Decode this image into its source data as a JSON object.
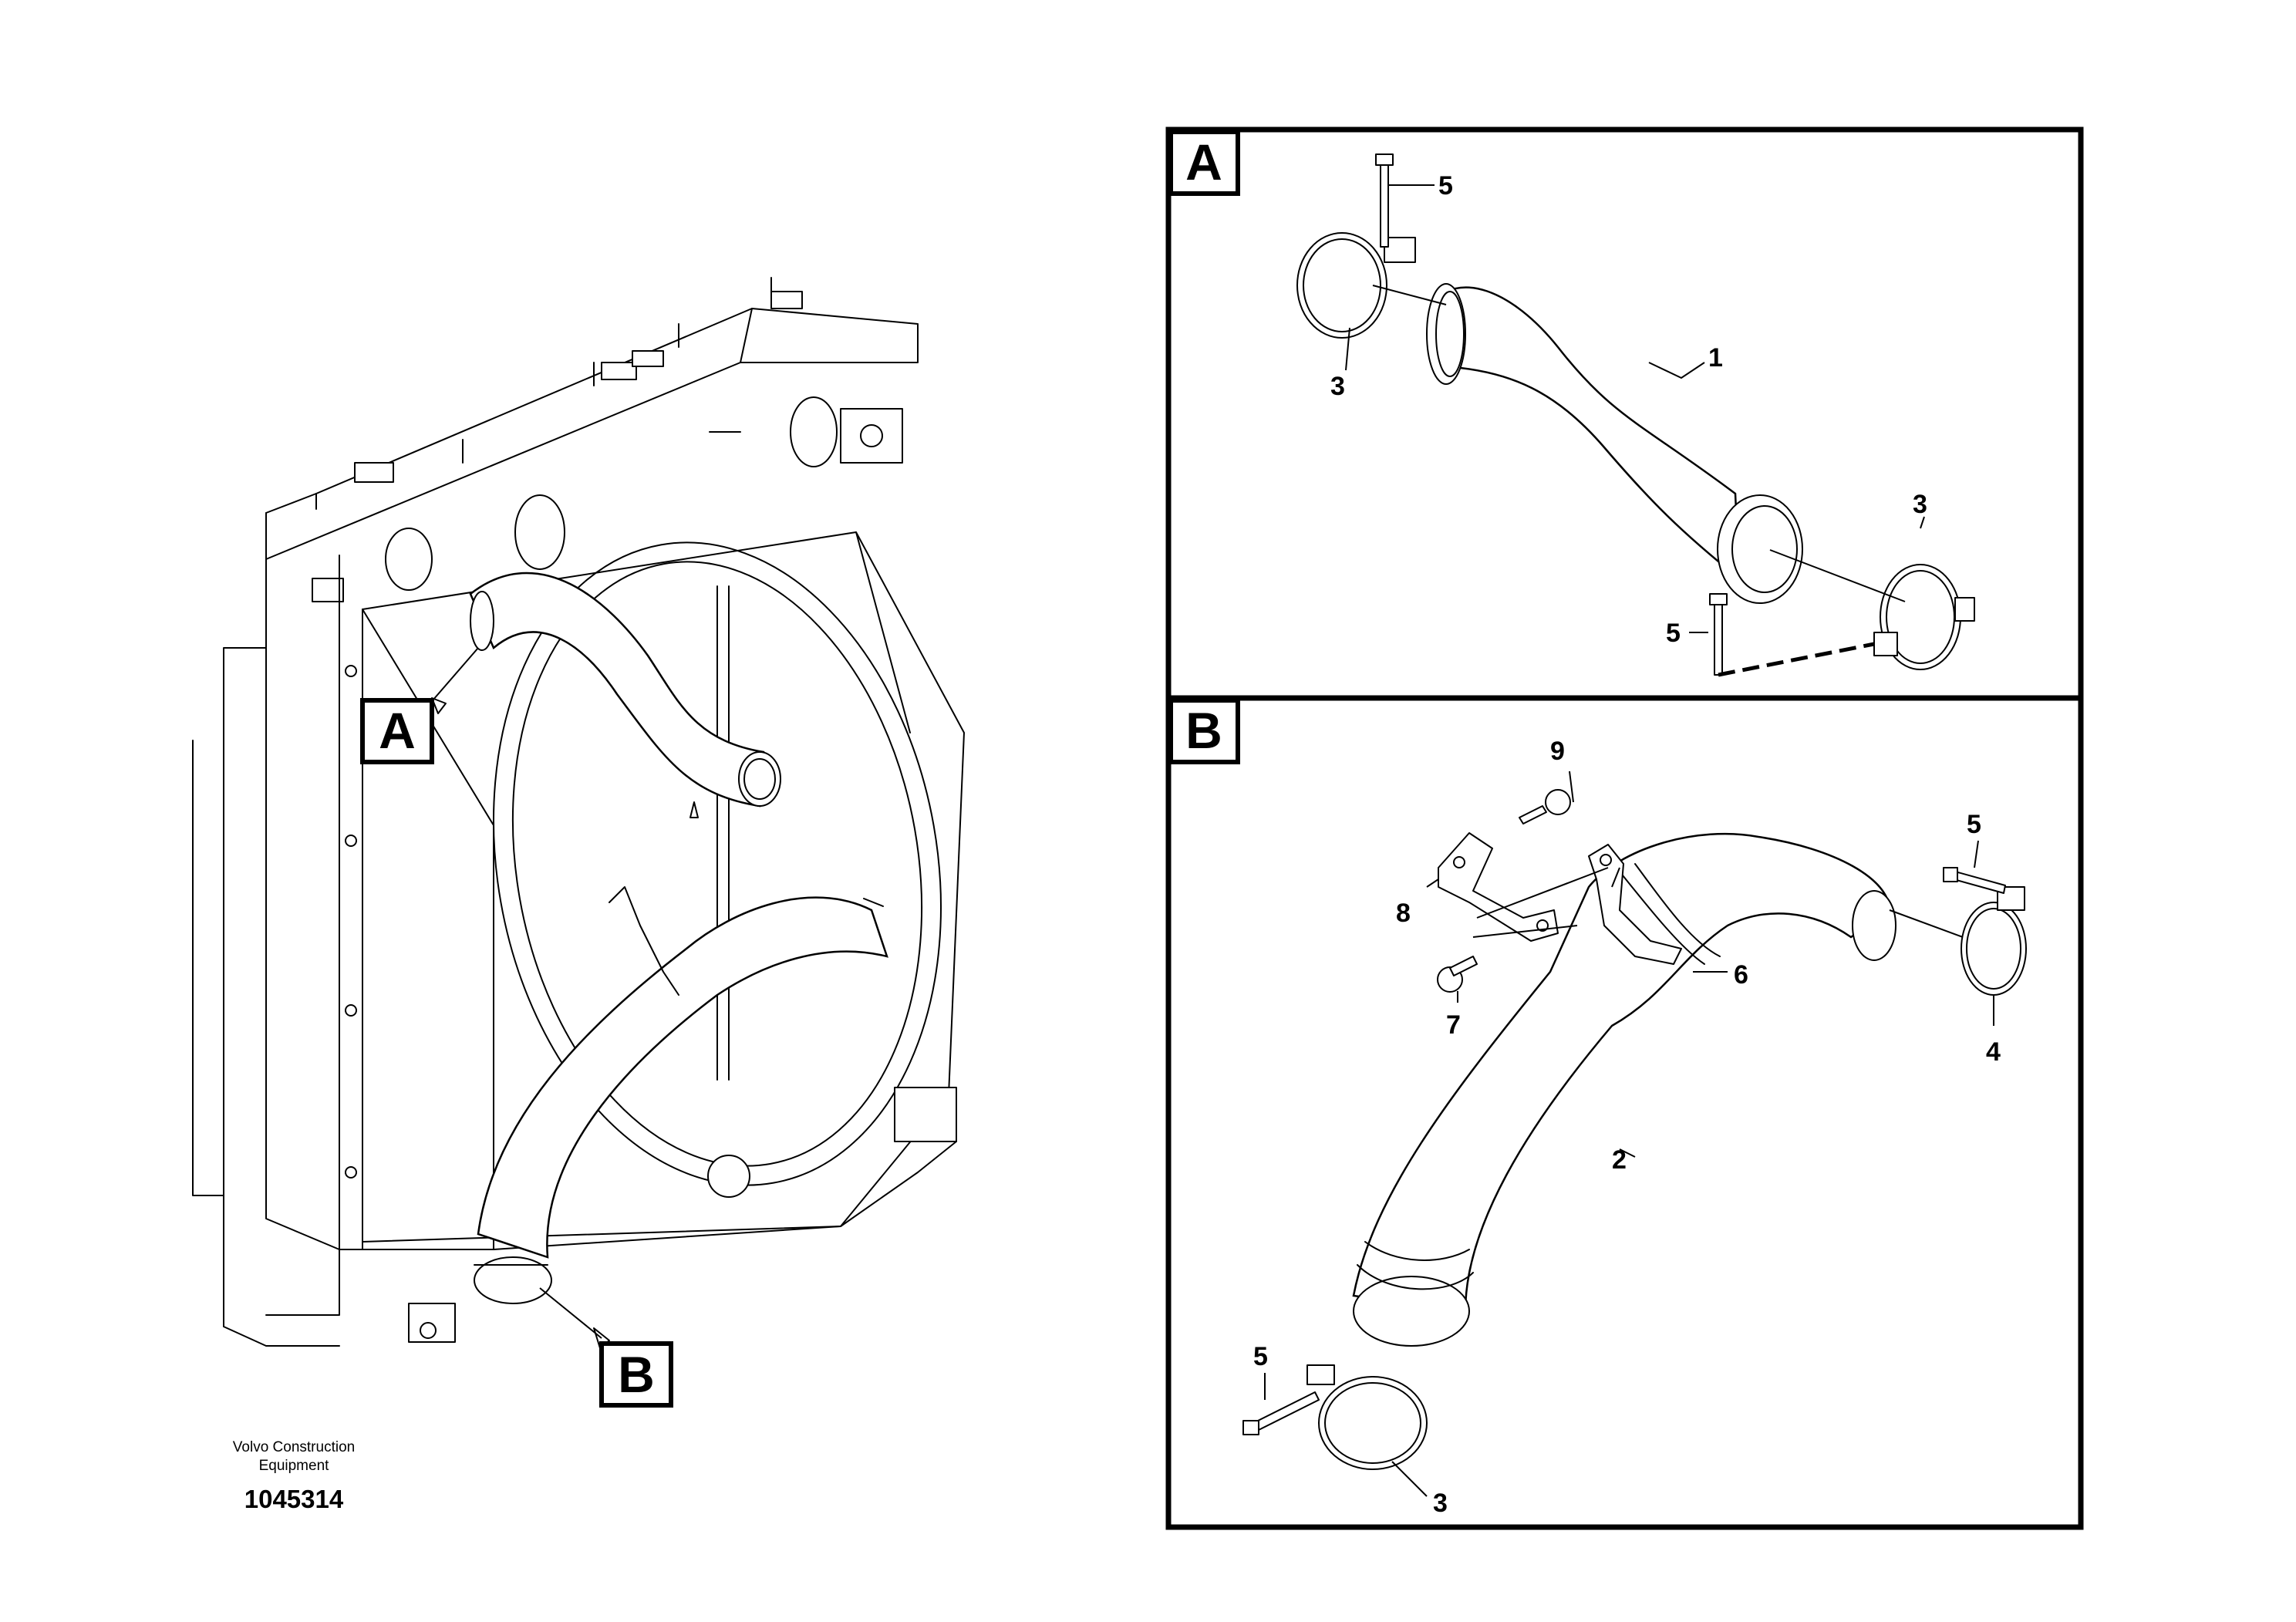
{
  "overview": {
    "tag_a": "A",
    "tag_b": "B",
    "caption_line1": "Volvo Construction",
    "caption_line2": "Equipment",
    "doc_number": "1045314"
  },
  "detail_a": {
    "tag": "A",
    "callouts": {
      "hose": "1",
      "clamp_upper": "3",
      "clamp_lower": "3",
      "screw_upper": "5",
      "screw_lower": "5"
    }
  },
  "detail_b": {
    "tag": "B",
    "callouts": {
      "hose_main": "2",
      "clamp_bottom": "3",
      "clamp_right": "4",
      "screw_right": "5",
      "screw_bottom": "5",
      "clamp_bracket": "6",
      "screw_bracket": "7",
      "bracket": "8",
      "screw_top": "9"
    }
  }
}
